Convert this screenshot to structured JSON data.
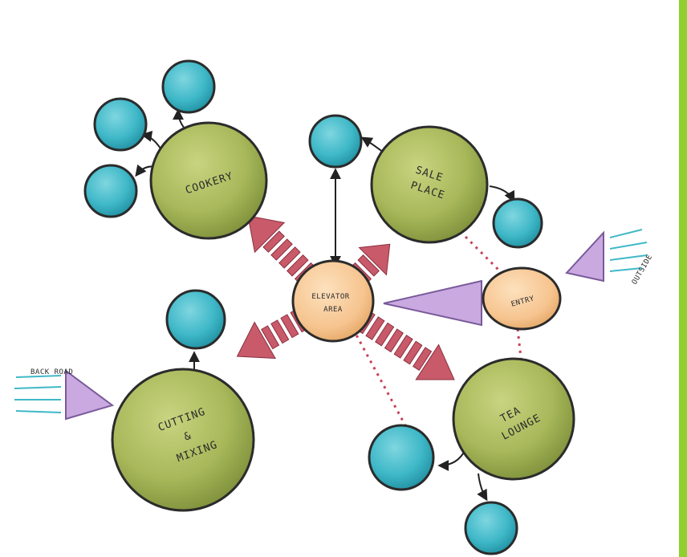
{
  "diagram": {
    "type": "bubble-diagram",
    "colors": {
      "primary_space": "#a8b85a",
      "secondary_space": "#3fb8c8",
      "core": "#f6c48f",
      "circulation_arrow": "#c85a6a",
      "entry_wedge": "#c9a9e0",
      "background": "#ffffff",
      "edge_bar": "#8fcf2f"
    },
    "nodes": {
      "elevator": {
        "label": "ELEVATOR AREA",
        "kind": "core",
        "lines": [
          "ELEVATOR",
          "AREA"
        ]
      },
      "cookery": {
        "label": "COOKERY",
        "kind": "primary",
        "lines": [
          "COOKERY"
        ]
      },
      "sale_place": {
        "label": "SALE PLACE",
        "kind": "primary",
        "lines": [
          "SALE",
          "PLACE"
        ]
      },
      "cutting_mixing": {
        "label": "CUTTING & MIXING",
        "kind": "primary",
        "lines": [
          "CUTTING",
          "&",
          "MIXING"
        ]
      },
      "tea_lounge": {
        "label": "TEA LOUNGE",
        "kind": "primary",
        "lines": [
          "TEA",
          "LOUNGE"
        ]
      },
      "entry": {
        "label": "ENTRY",
        "kind": "core",
        "lines": [
          "ENTRY"
        ]
      }
    },
    "small_nodes": [
      {
        "id": "s1",
        "label": ""
      },
      {
        "id": "s2",
        "label": ""
      },
      {
        "id": "s3",
        "label": ""
      },
      {
        "id": "s4",
        "label": ""
      },
      {
        "id": "s5",
        "label": ""
      },
      {
        "id": "s6",
        "label": ""
      },
      {
        "id": "s7",
        "label": ""
      },
      {
        "id": "s8",
        "label": ""
      },
      {
        "id": "s9",
        "label": ""
      }
    ],
    "external": {
      "outside": "OUTSIDE",
      "back_road": "BACK ROAD"
    }
  }
}
